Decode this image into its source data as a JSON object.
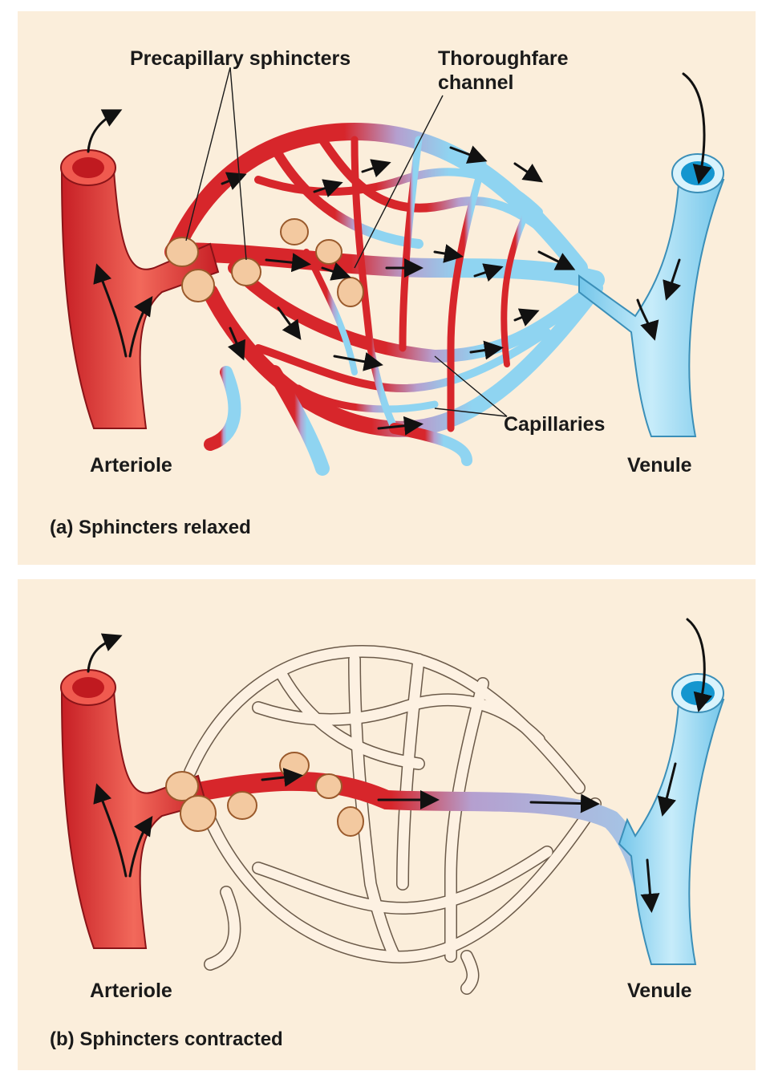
{
  "panels": [
    {
      "id": "a",
      "caption": "(a) Sphincters relaxed",
      "labels": {
        "precapillary": "Precapillary sphincters",
        "thoroughfare": "Thoroughfare\nchannel",
        "capillaries": "Capillaries",
        "arteriole": "Arteriole",
        "venule": "Venule"
      }
    },
    {
      "id": "b",
      "caption": "(b) Sphincters contracted",
      "labels": {
        "arteriole": "Arteriole",
        "venule": "Venule"
      }
    }
  ],
  "colors": {
    "background": "#fbeedb",
    "arterial_red": "#d7262b",
    "venous_blue": "#8fd4f1",
    "venule_lumen": "#1496cf",
    "sphincter": "#f3c9a0",
    "empty_capillary": "#fdf1e2"
  }
}
